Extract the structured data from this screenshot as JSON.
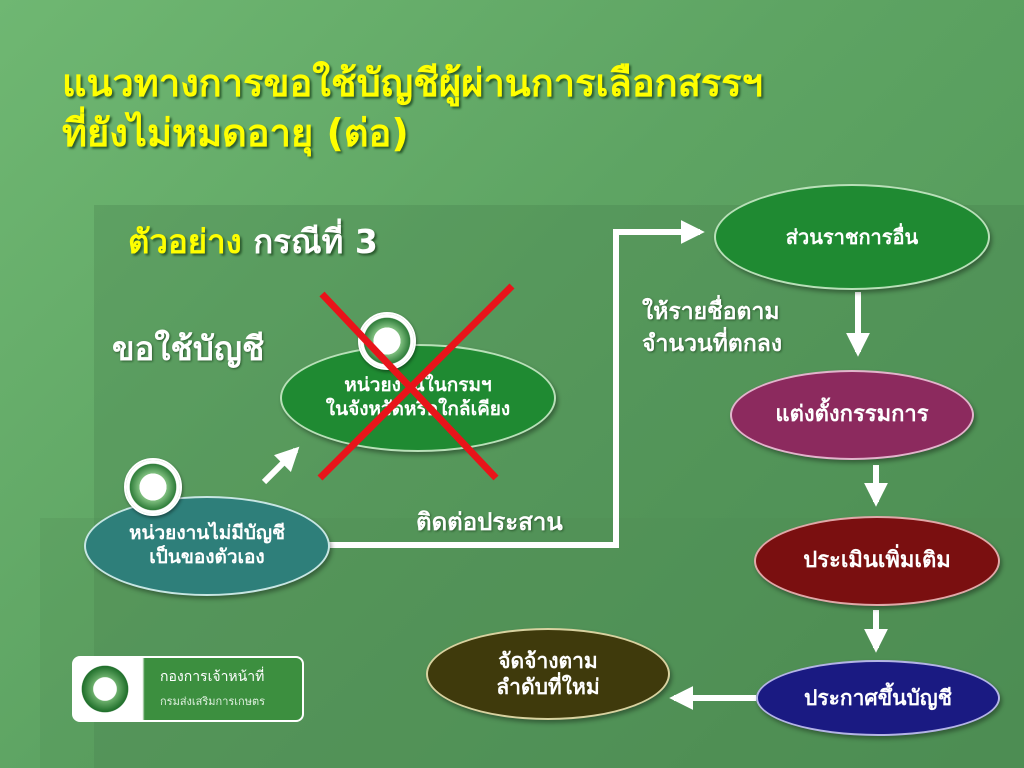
{
  "title": {
    "line1": "แนวทางการขอใช้บัญชีผู้ผ่านการเลือกสรรฯ",
    "line2": "ที่ยังไม่หมดอายุ (ต่อ)"
  },
  "subtitle": {
    "highlight": "ตัวอย่าง",
    "rest": "กรณีที่ 3"
  },
  "request_label": "ขอใช้บัญชี",
  "coordinate_label": "ติดต่อประสาน",
  "list_label": {
    "line1": "ให้รายชื่อตาม",
    "line2": "จำนวนที่ตกลง"
  },
  "nodes": {
    "unit_no_list": {
      "line1": "หน่วยงานไม่มีบัญชี",
      "line2": "เป็นของตัวเอง",
      "color": "#2e7f7a"
    },
    "unit_department": {
      "line1": "หน่วยงานในกรมฯ",
      "line2": "ในจังหวัดหรือใกล้เคียง",
      "color": "#1f8a32"
    },
    "other_agency": {
      "line1": "ส่วนราชการอื่น",
      "color": "#1f8a32"
    },
    "appoint_committee": {
      "line1": "แต่งตั้งกรรมการ",
      "color": "#8c2a5e"
    },
    "additional_assessment": {
      "line1": "ประเมินเพิ่มเติม",
      "color": "#7a0f10"
    },
    "announce_list": {
      "line1": "ประกาศขึ้นบัญชี",
      "color": "#1a1a82"
    },
    "hire_order": {
      "line1": "จัดจ้างตาม",
      "line2": "ลำดับที่ใหม่",
      "color": "#3f3a0c"
    }
  },
  "cross_mark_color": "#e8141a",
  "logo": {
    "line1": "กองการเจ้าหน้าที่",
    "line2": "กรมส่งเสริมการเกษตร"
  }
}
